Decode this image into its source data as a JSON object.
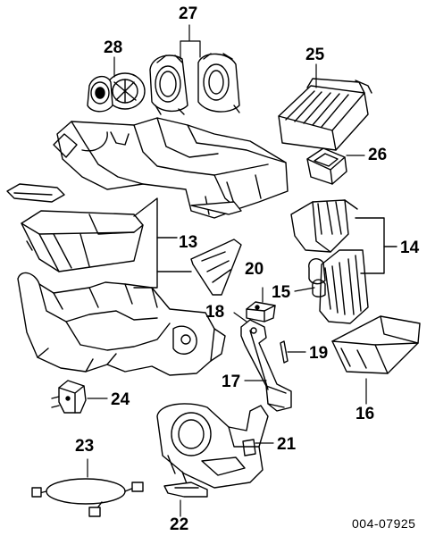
{
  "callouts": {
    "c27": "27",
    "c28": "28",
    "c25": "25",
    "c26": "26",
    "c13": "13",
    "c14": "14",
    "c20": "20",
    "c15": "15",
    "c18": "18",
    "c19": "19",
    "c17": "17",
    "c16": "16",
    "c24": "24",
    "c23": "23",
    "c21": "21",
    "c22": "22"
  },
  "figure_ref": "004-07925",
  "colors": {
    "ink": "#000000",
    "paper": "#ffffff"
  }
}
